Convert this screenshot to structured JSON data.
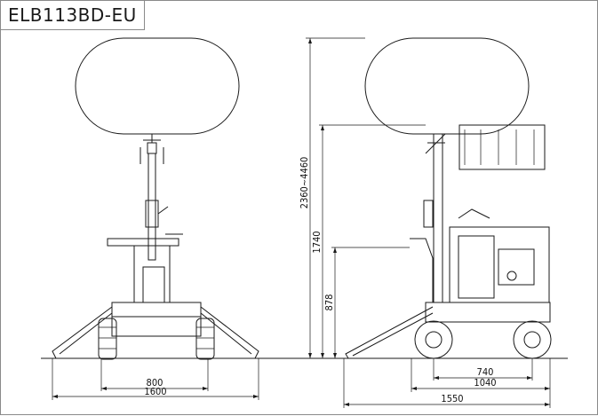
{
  "title": "ELB113BD-EU",
  "dimensions": {
    "front_inner_width": "800",
    "front_outer_width": "1600",
    "side_height_range": "2360~4460",
    "side_height_1740": "1740",
    "side_height_878": "878",
    "side_wheelbase_inner": "740",
    "side_wheelbase_outer": "1040",
    "side_total_length": "1550"
  }
}
